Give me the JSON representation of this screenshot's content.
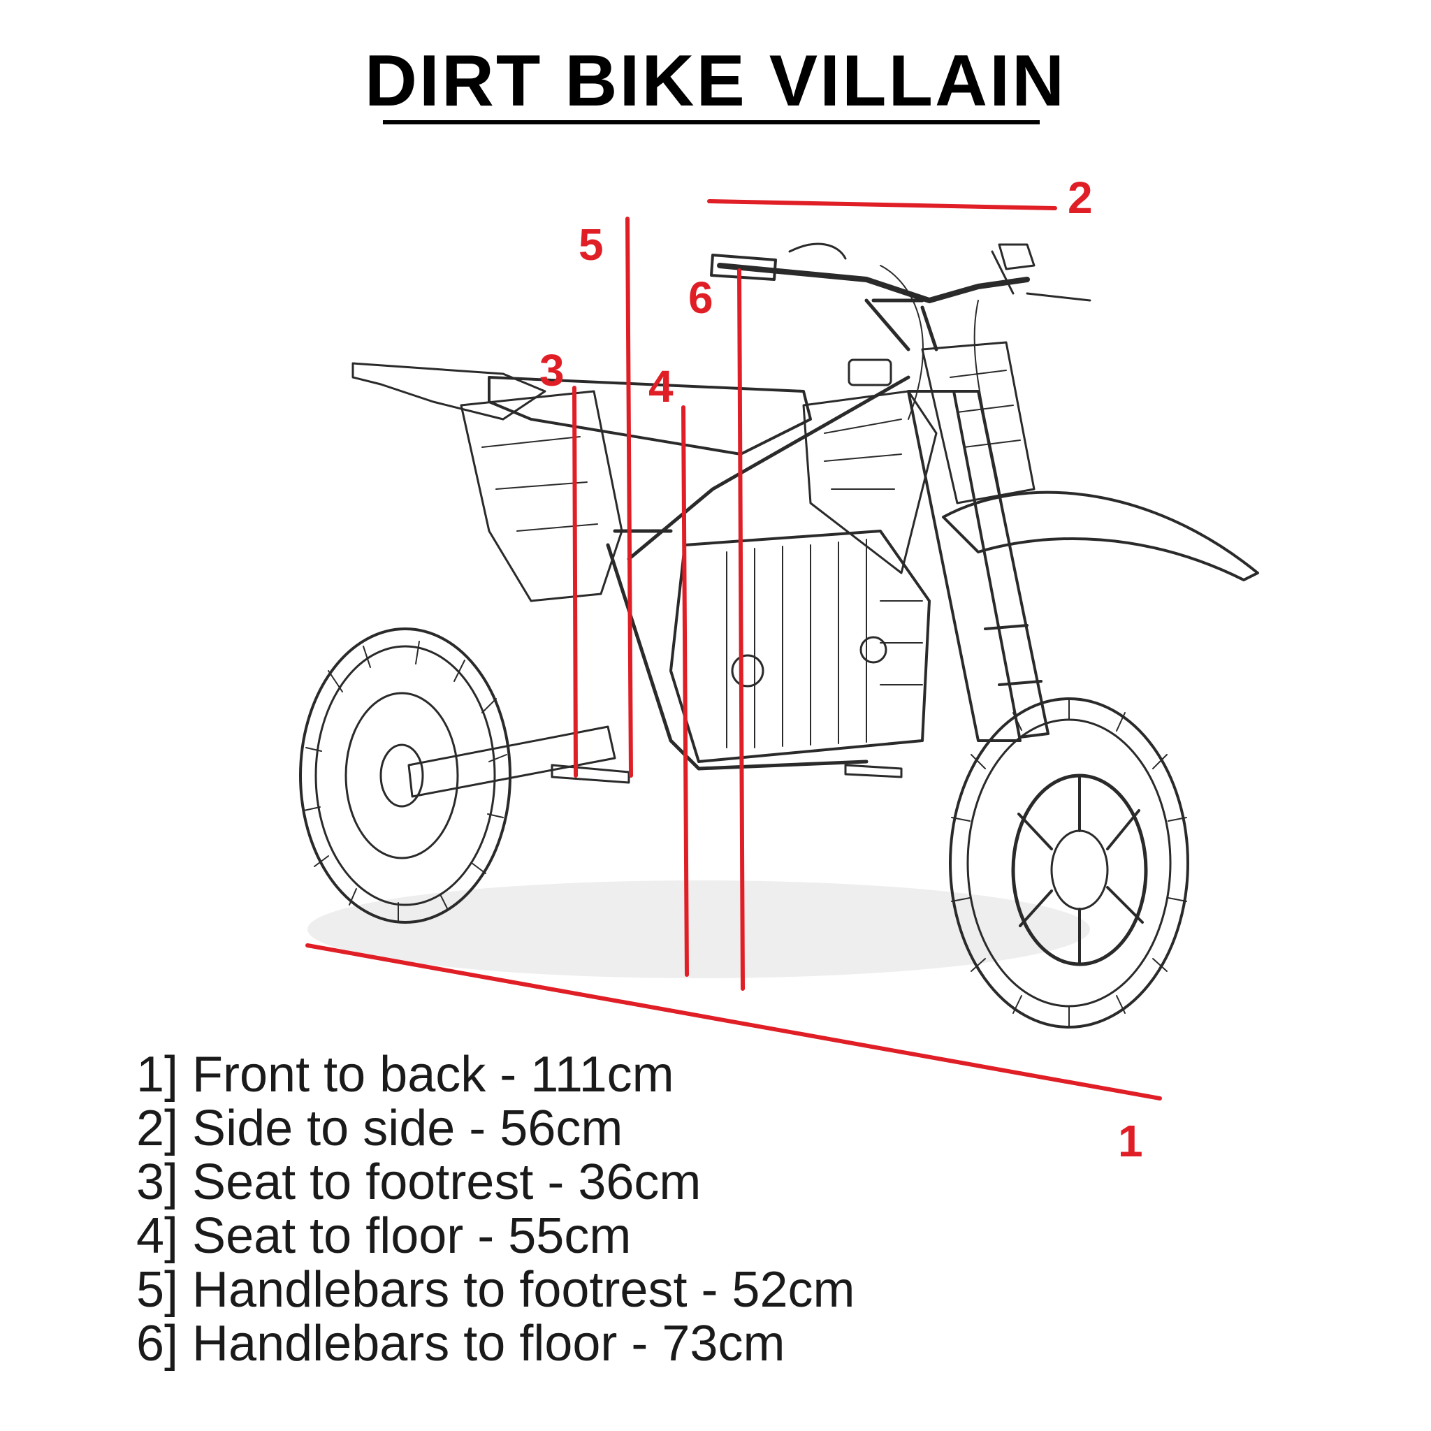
{
  "header": {
    "title": "DIRT BIKE VILLAIN"
  },
  "colors": {
    "measurement_line": "#e01e26",
    "drawing_stroke": "#2a2a2a",
    "text": "#1a1a1a"
  },
  "illustration": {
    "subject": "dirt-bike-line-drawing"
  },
  "measurements": {
    "markers": [
      "1",
      "2",
      "3",
      "4",
      "5",
      "6"
    ],
    "items": [
      "1] Front to back - 111cm",
      "2] Side to side - 56cm",
      "3] Seat to footrest - 36cm",
      "4] Seat to floor - 55cm",
      "5] Handlebars to footrest - 52cm",
      "6] Handlebars to floor - 73cm"
    ]
  }
}
